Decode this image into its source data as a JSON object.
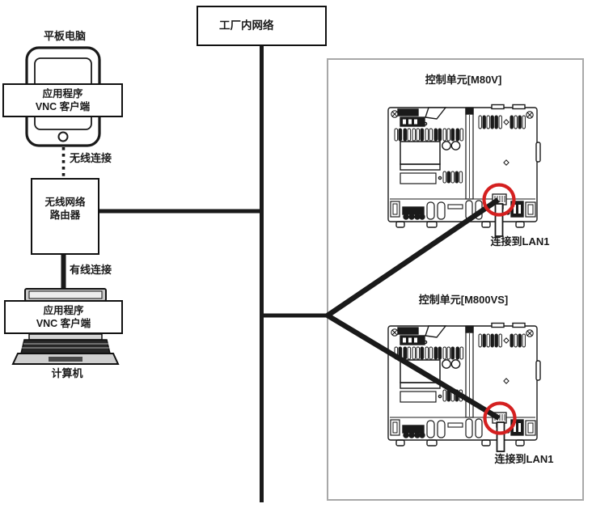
{
  "colors": {
    "ink": "#1a1a1a",
    "highlight_red": "#d42020",
    "panel_border": "#a8a8a8"
  },
  "left_column": {
    "tablet_label": "平板电脑",
    "tablet_app": {
      "line1": "应用程序",
      "line2": "VNC 客户端"
    },
    "wireless_link": "无线连接",
    "router": {
      "line1": "无线网络",
      "line2": "路由器"
    },
    "wired_link": "有线连接",
    "computer_app": {
      "line1": "应用程序",
      "line2": "VNC 客户端"
    },
    "computer_label": "计算机"
  },
  "factory_network": "工厂内网络",
  "units": [
    {
      "title": "控制单元[M80V]",
      "port_label": "连接到LAN1"
    },
    {
      "title": "控制单元[M800VS]",
      "port_label": "连接到LAN1"
    }
  ]
}
